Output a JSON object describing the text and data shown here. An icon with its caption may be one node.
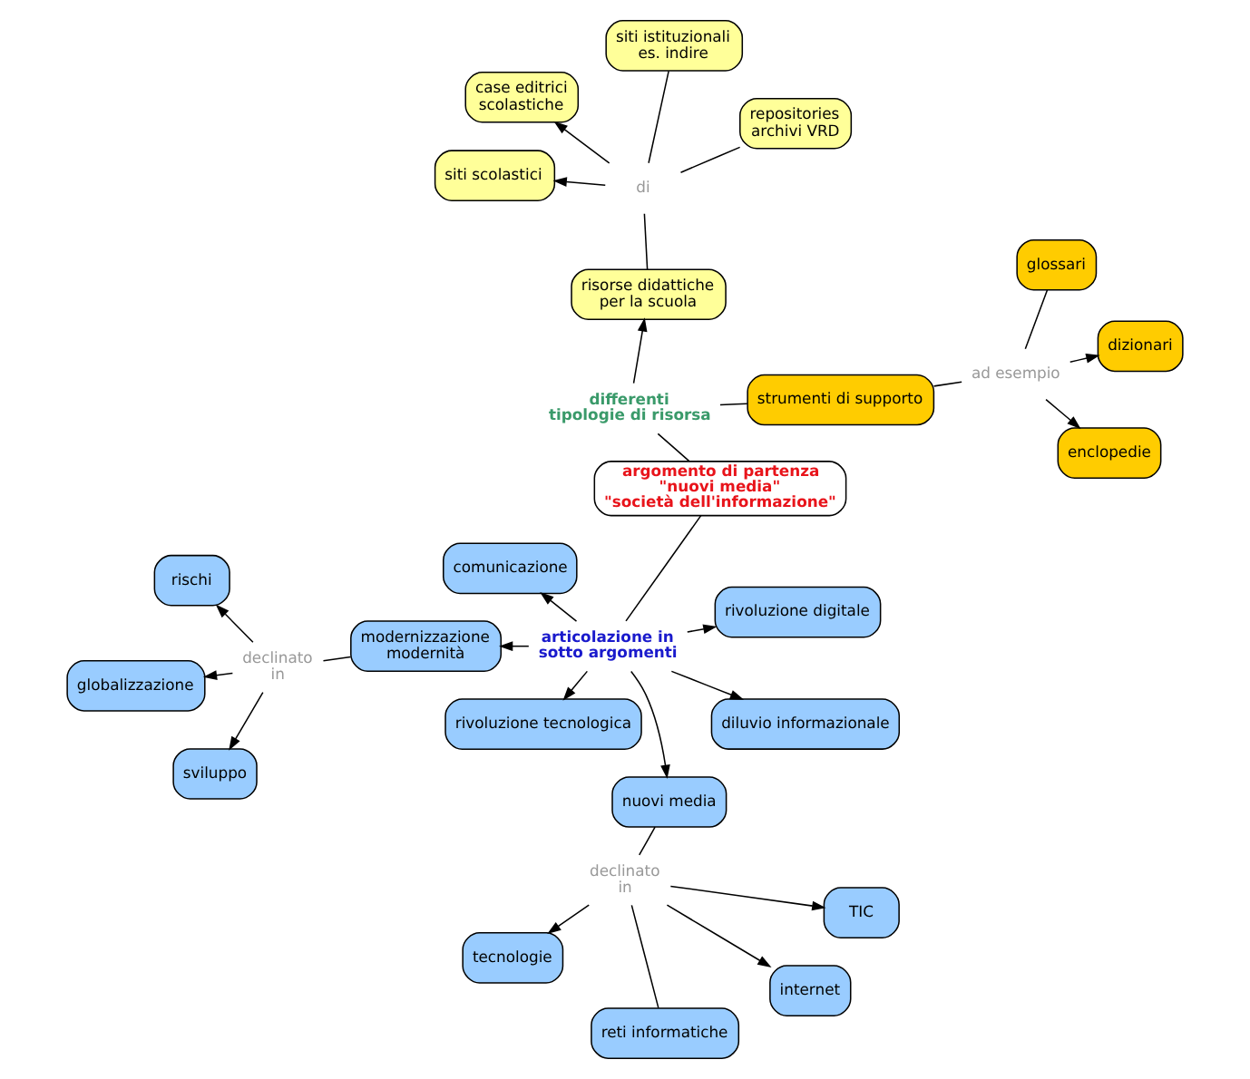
{
  "diagram": {
    "nodes": [
      {
        "text": [
          "tecnologie"
        ]
      },
      {
        "text": [
          "internet"
        ]
      },
      {
        "text": [
          "sviluppo"
        ]
      },
      {
        "text": [
          "rischi"
        ]
      },
      {
        "text": [
          "TIC"
        ]
      },
      {
        "text": [
          "declinato in"
        ]
      },
      {
        "text": [
          "globalizzazione"
        ]
      },
      {
        "text": [
          "declinato in"
        ]
      },
      {
        "text": [
          "reti informatiche"
        ]
      },
      {
        "text": [
          "nuovi media"
        ]
      },
      {
        "text": [
          "modernizzazione modernità"
        ]
      },
      {
        "text": [
          "comunicazione"
        ]
      },
      {
        "text": [
          "diluvio informazionale"
        ]
      },
      {
        "text": [
          "rivoluzione digitale"
        ]
      },
      {
        "text": [
          "articolazione in sotto argomenti"
        ]
      },
      {
        "text": [
          "rivoluzione tecnologica"
        ]
      },
      {
        "text": [
          "argomento di partenza \"nuovi media\" \"società dell'informazione\""
        ]
      },
      {
        "text": [
          "differenti tipologie di risorsa"
        ]
      },
      {
        "text": [
          "siti scolastici"
        ]
      },
      {
        "text": [
          "case editrici scolastiche"
        ]
      },
      {
        "text": [
          "risorse didattiche per la scuola"
        ]
      },
      {
        "text": [
          "di"
        ]
      },
      {
        "text": [
          "strumenti di supporto"
        ]
      },
      {
        "text": [
          "repositories archivi VRD"
        ]
      },
      {
        "text": [
          "ad esempio"
        ]
      },
      {
        "text": [
          "enclopedie"
        ]
      },
      {
        "text": [
          "dizionari"
        ]
      },
      {
        "text": [
          "siti istituzionali es. indire"
        ]
      },
      {
        "text": [
          "glossari"
        ]
      }
    ],
    "edges": [
      {
        "from": 9,
        "to": 5,
        "arrow": "none"
      },
      {
        "from": 5,
        "to": 4,
        "arrow": "to"
      },
      {
        "from": 5,
        "to": 0,
        "arrow": "to"
      },
      {
        "from": 5,
        "to": 1,
        "arrow": "to"
      },
      {
        "from": 5,
        "to": 8,
        "arrow": "none"
      },
      {
        "from": 10,
        "to": 7,
        "arrow": "none"
      },
      {
        "from": 7,
        "to": 2,
        "arrow": "to"
      },
      {
        "from": 7,
        "to": 3,
        "arrow": "to"
      },
      {
        "from": 7,
        "to": 6,
        "arrow": "to"
      },
      {
        "from": 16,
        "to": 14,
        "arrow": "none"
      },
      {
        "from": 14,
        "to": 9,
        "arrow": "to"
      },
      {
        "from": 14,
        "to": 10,
        "arrow": "to"
      },
      {
        "from": 14,
        "to": 11,
        "arrow": "to"
      },
      {
        "from": 14,
        "to": 12,
        "arrow": "to"
      },
      {
        "from": 14,
        "to": 13,
        "arrow": "to"
      },
      {
        "from": 14,
        "to": 15,
        "arrow": "to"
      },
      {
        "from": 16,
        "to": 17,
        "arrow": "none"
      },
      {
        "from": 17,
        "to": 20,
        "arrow": "to"
      },
      {
        "from": 17,
        "to": 22,
        "arrow": "none"
      },
      {
        "from": 20,
        "to": 21,
        "arrow": "none"
      },
      {
        "from": 21,
        "to": 18,
        "arrow": "to"
      },
      {
        "from": 21,
        "to": 19,
        "arrow": "to"
      },
      {
        "from": 21,
        "to": 23,
        "arrow": "none"
      },
      {
        "from": 21,
        "to": 27,
        "arrow": "none"
      },
      {
        "from": 22,
        "to": 24,
        "arrow": "none"
      },
      {
        "from": 24,
        "to": 25,
        "arrow": "to"
      },
      {
        "from": 24,
        "to": 26,
        "arrow": "to"
      },
      {
        "from": 24,
        "to": 28,
        "arrow": "none"
      }
    ]
  }
}
